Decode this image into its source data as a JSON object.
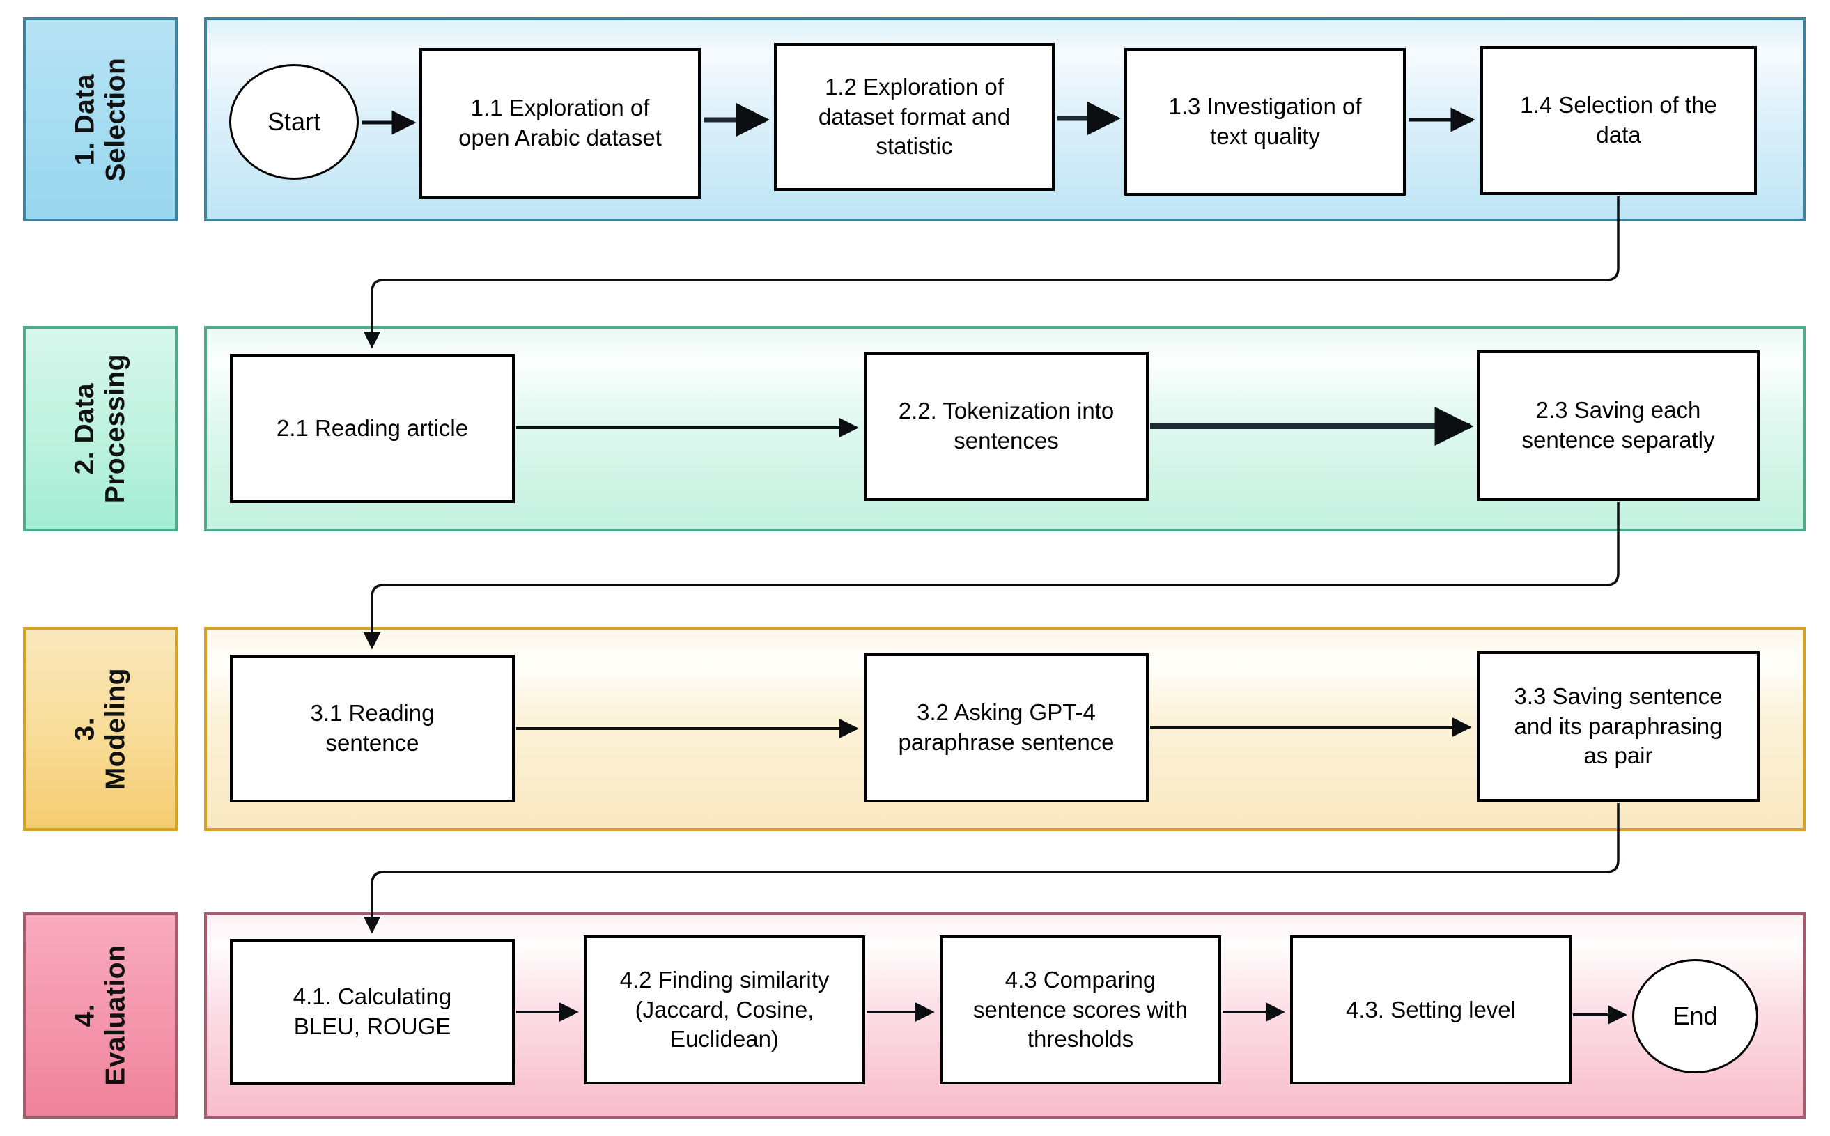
{
  "diagram_type": "flowchart",
  "phases": [
    {
      "label": "1. Data\nSelection",
      "border_color": "#3E819C",
      "fill_color": "#BEE5F5"
    },
    {
      "label": "2. Data\nProcessing",
      "border_color": "#4FA98A",
      "fill_color": "#C3F1E0"
    },
    {
      "label": "3. Modeling",
      "border_color": "#D5A324",
      "fill_color": "#F9E8C0"
    },
    {
      "label": "4. Evaluation",
      "border_color": "#A55A6D",
      "fill_color": "#F8BCCC"
    }
  ],
  "nodes": {
    "start": "Start",
    "s11": "1.1 Exploration of\nopen Arabic dataset",
    "s12": "1.2 Exploration of\ndataset format and\nstatistic",
    "s13": "1.3 Investigation of\ntext quality",
    "s14": "1.4 Selection of the\ndata",
    "s21": "2.1 Reading article",
    "s22": "2.2. Tokenization into\nsentences",
    "s23": "2.3 Saving each\nsentence separatly",
    "s31": "3.1 Reading\nsentence",
    "s32": "3.2 Asking GPT-4\nparaphrase sentence",
    "s33": "3.3 Saving sentence\nand its paraphrasing\nas pair",
    "s41": "4.1. Calculating\nBLEU, ROUGE",
    "s42": "4.2 Finding similarity\n(Jaccard, Cosine,\nEuclidean)",
    "s43": "4.3 Comparing\nsentence scores with\nthresholds",
    "s44": "4.3. Setting level",
    "end": "End"
  },
  "flow": [
    "Start → 1.1 → 1.2 → 1.3 → 1.4",
    "1.4 → 2.1 → 2.2 → 2.3",
    "2.3 → 3.1 → 3.2 → 3.3",
    "3.3 → 4.1 → 4.2 → 4.3 → 4.3. Setting level → End"
  ],
  "colors": {
    "node_fill": "#FFFFFF",
    "node_border": "#000000",
    "connector": "#000000",
    "text": "#000000"
  }
}
